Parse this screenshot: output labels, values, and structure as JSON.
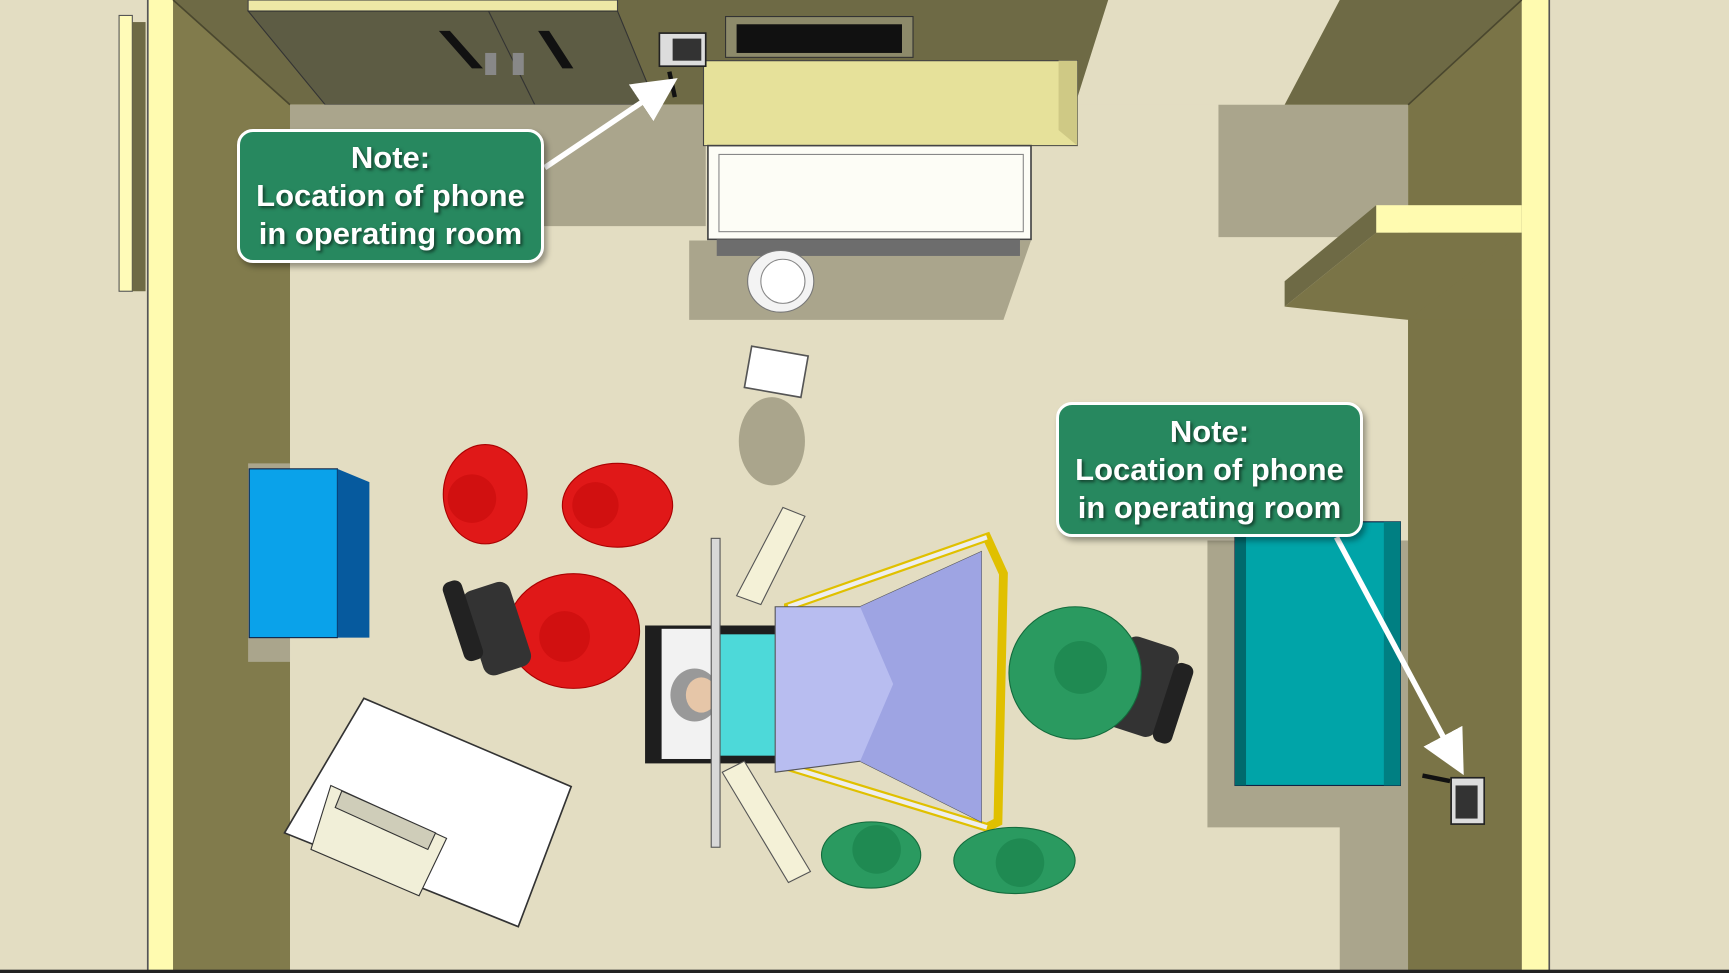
{
  "scene": {
    "description": "Top-down view of an operating room",
    "colors": {
      "outer_floor": "#e3ddc2",
      "wall_trim": "#fffbb0",
      "wall": "#7e7848",
      "floor": "#e3ddc2",
      "floor_shadow": "#aaa58c",
      "callout_bg": "#27885f",
      "callout_border": "#ffffff",
      "blue_cabinet": "#0aa2ea",
      "teal_cabinet": "#00a4a8",
      "red_staff": "#e01818",
      "green_staff": "#2a9a60",
      "drape": "#b8bdf0"
    }
  },
  "callouts": [
    {
      "title": "Note:",
      "line1": "Location of phone",
      "line2": "in operating room",
      "target": "phone-top-wall"
    },
    {
      "title": "Note:",
      "line1": "Location of phone",
      "line2": "in operating room",
      "target": "phone-right-wall"
    }
  ]
}
